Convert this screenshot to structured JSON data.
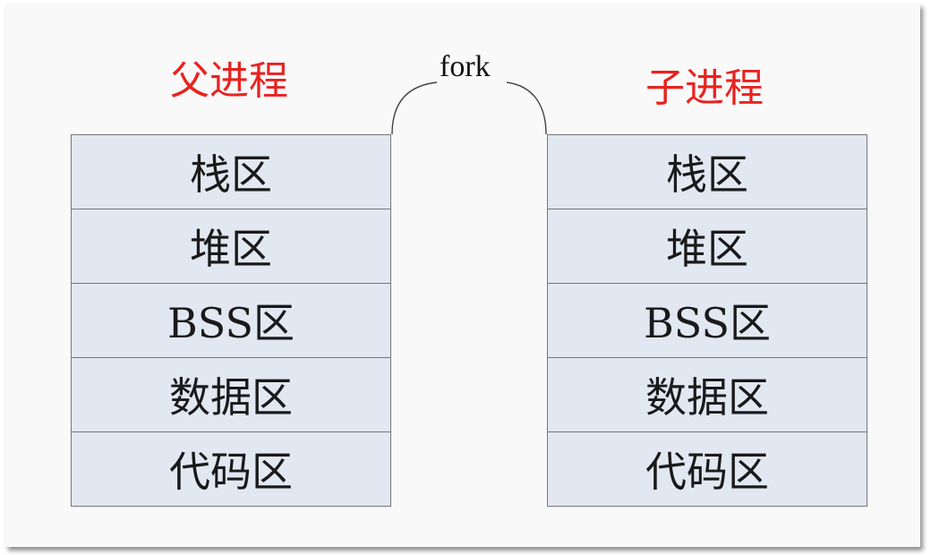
{
  "parent": {
    "title": "父进程",
    "segments": [
      "栈区",
      "堆区",
      "BSS区",
      "数据区",
      "代码区"
    ]
  },
  "child": {
    "title": "子进程",
    "segments": [
      "栈区",
      "堆区",
      "BSS区",
      "数据区",
      "代码区"
    ]
  },
  "fork_label": "fork",
  "colors": {
    "title": "#e8231f",
    "segment_fill": "#e2e8f1",
    "border": "#777777"
  }
}
